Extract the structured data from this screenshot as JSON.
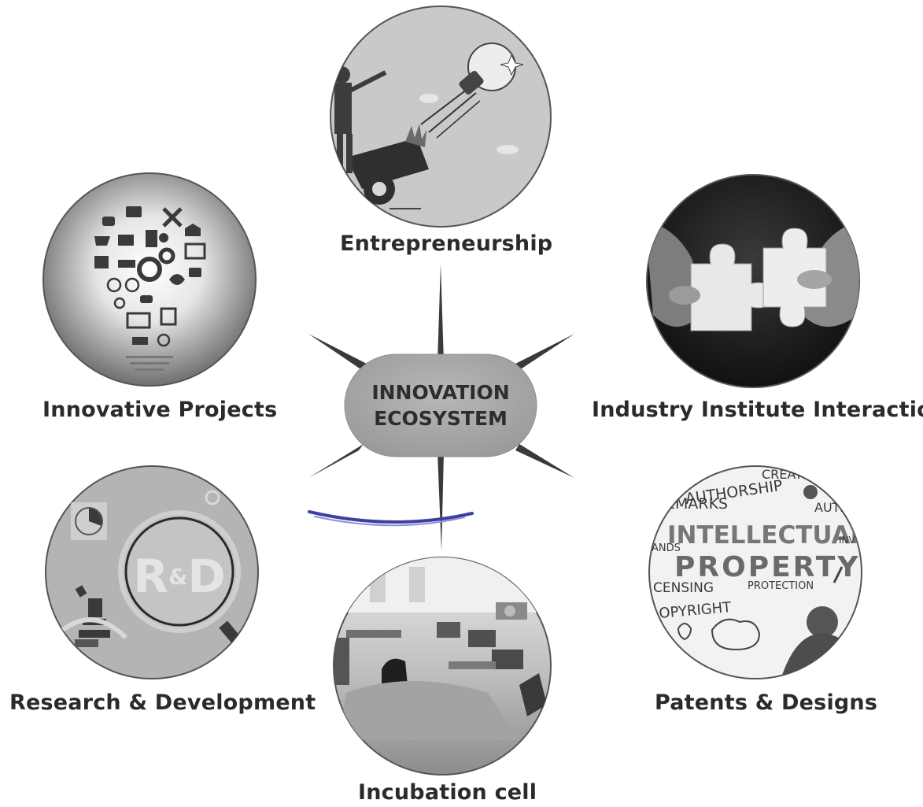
{
  "hub": {
    "line1": "INNOVATION",
    "line2": "ECOSYSTEM"
  },
  "nodes": {
    "entrepreneurship": {
      "label": "Entrepreneurship",
      "icon": "lightbulb-rocket-icon"
    },
    "innovative_projects": {
      "label": "Innovative Projects",
      "icon": "lightbulb-icons-icon"
    },
    "industry_institute": {
      "label": "Industry Institute Interaction",
      "icon": "puzzle-hands-icon"
    },
    "research_development": {
      "label": "Research & Development",
      "icon": "microscope-rd-icon"
    },
    "patents_designs": {
      "label": "Patents & Designs",
      "icon": "intellectual-property-words-icon"
    },
    "incubation": {
      "label": "Incubation cell",
      "icon": "office-workspace-icon"
    }
  },
  "rd_text": {
    "r": "R",
    "amp": "&",
    "d": "D"
  },
  "ip_words": {
    "w1": "AUTHORSHIP",
    "w2": "CREAT",
    "w3": "EMARKS",
    "w4": "AUTHO",
    "w5": "INTELLECTUAL",
    "w6": "PROPERTY",
    "w7": "CENSING",
    "w8": "PROTECTION",
    "w9": "OPYRIGHT",
    "w10": "ANDS",
    "w11": "INV"
  },
  "colors": {
    "hub_fill": "#a9a9a9",
    "label_text": "#2b2b2b",
    "accent_arc": "#3d3fa6"
  }
}
